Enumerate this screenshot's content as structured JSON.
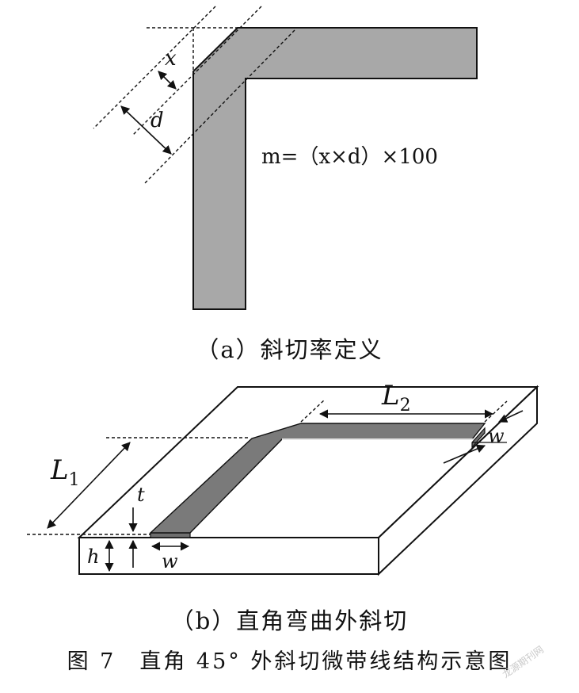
{
  "part_a": {
    "label_x": "x",
    "label_d": "d",
    "formula": "m=（x×d）×100",
    "caption": "（a）斜切率定义"
  },
  "part_b": {
    "label_L1": "L1",
    "label_L2": "L2",
    "label_t": "t",
    "label_h": "h",
    "label_w_bottom": "w",
    "label_w_right": "w",
    "caption": "（b）直角弯曲外斜切"
  },
  "figure_caption": "图 7　直角 45° 外斜切微带线结构示意图",
  "watermark": "龙源期刊网",
  "colors": {
    "strip": "#a8a8a8",
    "strip_dark": "#6e6e6e",
    "line": "#111111"
  }
}
